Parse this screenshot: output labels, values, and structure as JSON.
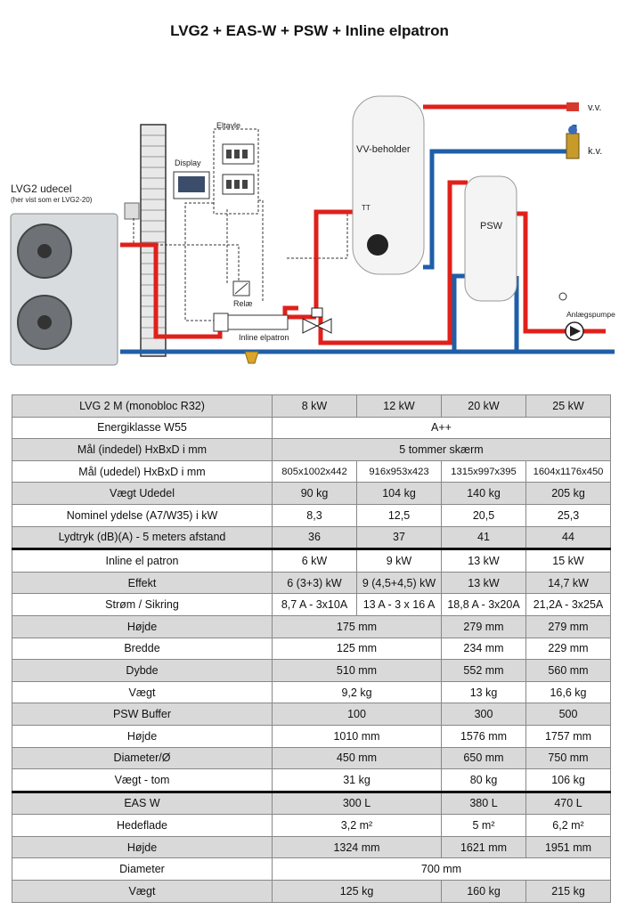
{
  "title": "LVG2 + EAS-W + PSW + Inline elpatron",
  "diagram": {
    "outdoor_unit_label": "LVG2 udecel",
    "outdoor_unit_sub": "(her vist som er LVG2-20)",
    "eltavle": "Eltavle",
    "display": "Display",
    "relae": "Relæ",
    "inline": "Inline elpatron",
    "tank": "VV-beholder",
    "tt": "TT",
    "psw": "PSW",
    "vv": "v.v.",
    "kv": "k.v.",
    "pump": "Anlægspumpe",
    "pipe_red": "#e0201b",
    "pipe_blue": "#1f5fa8"
  },
  "table": {
    "rows": [
      {
        "label": "LVG 2 M (monobloc R32)",
        "cells": [
          "8 kW",
          "12 kW",
          "20 kW",
          "25 kW"
        ],
        "spans": [
          1,
          1,
          1,
          1
        ],
        "shade": true
      },
      {
        "label": "Energiklasse W55",
        "cells": [
          "A++"
        ],
        "spans": [
          4
        ],
        "shade": false
      },
      {
        "label": "Mål (indedel) HxBxD i mm",
        "cells": [
          "5 tommer skærm"
        ],
        "spans": [
          4
        ],
        "shade": true
      },
      {
        "label": "Mål (udedel) HxBxD i mm",
        "cells": [
          "805x1002x442",
          "916x953x423",
          "1315x997x395",
          "1604x1176x450"
        ],
        "spans": [
          1,
          1,
          1,
          1
        ],
        "shade": false,
        "small": true
      },
      {
        "label": "Vægt Udedel",
        "cells": [
          "90 kg",
          "104 kg",
          "140 kg",
          "205 kg"
        ],
        "spans": [
          1,
          1,
          1,
          1
        ],
        "shade": true
      },
      {
        "label": "Nominel ydelse (A7/W35) i kW",
        "cells": [
          "8,3",
          "12,5",
          "20,5",
          "25,3"
        ],
        "spans": [
          1,
          1,
          1,
          1
        ],
        "shade": false
      },
      {
        "label": "Lydtryk (dB)(A) - 5 meters afstand",
        "cells": [
          "36",
          "37",
          "41",
          "44"
        ],
        "spans": [
          1,
          1,
          1,
          1
        ],
        "shade": true
      },
      {
        "label": "Inline el patron",
        "cells": [
          "6 kW",
          "9 kW",
          "13 kW",
          "15 kW"
        ],
        "spans": [
          1,
          1,
          1,
          1
        ],
        "shade": false,
        "sep": true
      },
      {
        "label": "Effekt",
        "cells": [
          "6 (3+3) kW",
          "9 (4,5+4,5) kW",
          "13 kW",
          "14,7 kW"
        ],
        "spans": [
          1,
          1,
          1,
          1
        ],
        "shade": true
      },
      {
        "label": "Strøm / Sikring",
        "cells": [
          "8,7 A - 3x10A",
          "13 A - 3 x 16 A",
          "18,8 A - 3x20A",
          "21,2A - 3x25A"
        ],
        "spans": [
          1,
          1,
          1,
          1
        ],
        "shade": false
      },
      {
        "label": "Højde",
        "cells": [
          "175 mm",
          "279 mm",
          "279 mm"
        ],
        "spans": [
          2,
          1,
          1
        ],
        "shade": true
      },
      {
        "label": "Bredde",
        "cells": [
          "125 mm",
          "234 mm",
          "229 mm"
        ],
        "spans": [
          2,
          1,
          1
        ],
        "shade": false
      },
      {
        "label": "Dybde",
        "cells": [
          "510 mm",
          "552 mm",
          "560 mm"
        ],
        "spans": [
          2,
          1,
          1
        ],
        "shade": true
      },
      {
        "label": "Vægt",
        "cells": [
          "9,2 kg",
          "13 kg",
          "16,6 kg"
        ],
        "spans": [
          2,
          1,
          1
        ],
        "shade": false
      },
      {
        "label": "PSW Buffer",
        "cells": [
          "100",
          "300",
          "500"
        ],
        "spans": [
          2,
          1,
          1
        ],
        "shade": true
      },
      {
        "label": "Højde",
        "cells": [
          "1010 mm",
          "1576 mm",
          "1757 mm"
        ],
        "spans": [
          2,
          1,
          1
        ],
        "shade": false
      },
      {
        "label": "Diameter/Ø",
        "cells": [
          "450 mm",
          "650 mm",
          "750 mm"
        ],
        "spans": [
          2,
          1,
          1
        ],
        "shade": true
      },
      {
        "label": "Vægt - tom",
        "cells": [
          "31 kg",
          "80 kg",
          "106 kg"
        ],
        "spans": [
          2,
          1,
          1
        ],
        "shade": false
      },
      {
        "label": "EAS W",
        "cells": [
          "300 L",
          "380 L",
          "470 L"
        ],
        "spans": [
          2,
          1,
          1
        ],
        "shade": true,
        "sep": true
      },
      {
        "label": "Hedeflade",
        "cells": [
          "3,2 m²",
          "5 m²",
          "6,2 m²"
        ],
        "spans": [
          2,
          1,
          1
        ],
        "shade": false
      },
      {
        "label": "Højde",
        "cells": [
          "1324 mm",
          "1621 mm",
          "1951 mm"
        ],
        "spans": [
          2,
          1,
          1
        ],
        "shade": true
      },
      {
        "label": "Diameter",
        "cells": [
          "700 mm"
        ],
        "spans": [
          4
        ],
        "shade": false
      },
      {
        "label": "Vægt",
        "cells": [
          "125 kg",
          "160 kg",
          "215 kg"
        ],
        "spans": [
          2,
          1,
          1
        ],
        "shade": true
      }
    ]
  }
}
